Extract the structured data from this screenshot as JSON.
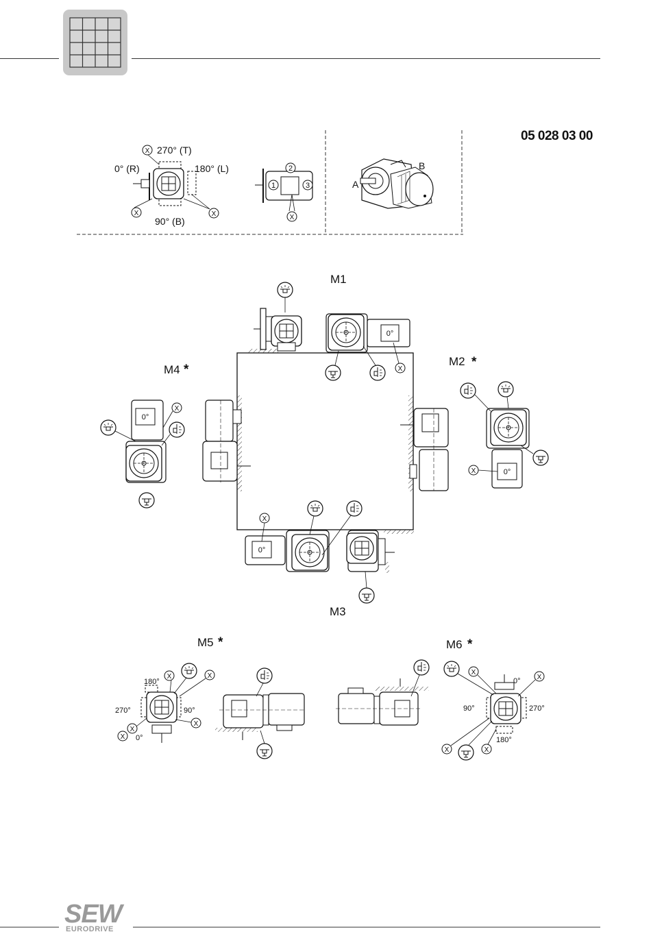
{
  "document_ref": "05 028 03 00",
  "legend": {
    "angle_top": "270° (T)",
    "angle_left": "0° (R)",
    "angle_right": "180° (L)",
    "angle_bottom": "90° (B)",
    "x_mark": "X",
    "box_pos_1": "1",
    "box_pos_2": "2",
    "box_pos_3": "3",
    "view_a": "A",
    "view_b": "B"
  },
  "positions": {
    "m1": "M1",
    "m2": "M2",
    "m3": "M3",
    "m4": "M4",
    "m5": "M5",
    "m6": "M6",
    "asterisk": "*"
  },
  "terminal_box": {
    "zero": "0°",
    "ninety": "90°",
    "one_eighty": "180°",
    "two_seventy": "270°"
  },
  "footer": {
    "brand": "SEW",
    "brand_sub": "EURODRIVE"
  }
}
